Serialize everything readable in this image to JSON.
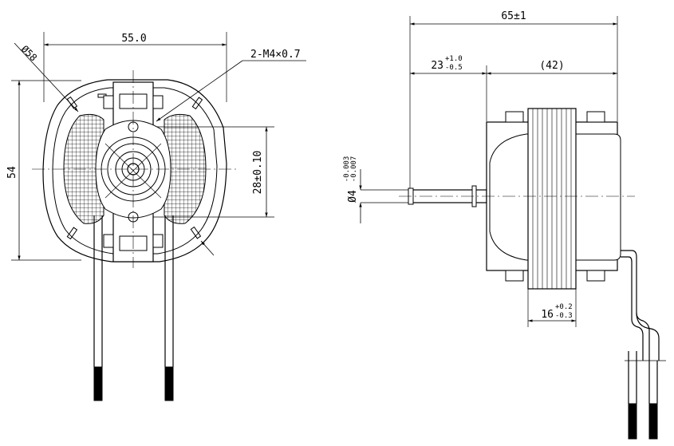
{
  "front_view": {
    "dim_width": "55.0",
    "dim_height": "54",
    "dim_diameter": "Ø58",
    "dim_holes": "2-M4×0.7",
    "dim_hole_pitch": "28±0.10"
  },
  "side_view": {
    "dim_overall_length": "65±1",
    "dim_shaft_extension": "23",
    "dim_shaft_extension_tol_upper": "+1.0",
    "dim_shaft_extension_tol_lower": "-0.5",
    "dim_body_length": "(42)",
    "dim_shaft_dia": "Ø4",
    "dim_shaft_dia_tol_upper": "-0.003",
    "dim_shaft_dia_tol_lower": "-0.007",
    "dim_stack": "16",
    "dim_stack_tol_upper": "+0.2",
    "dim_stack_tol_lower": "-0.3"
  }
}
